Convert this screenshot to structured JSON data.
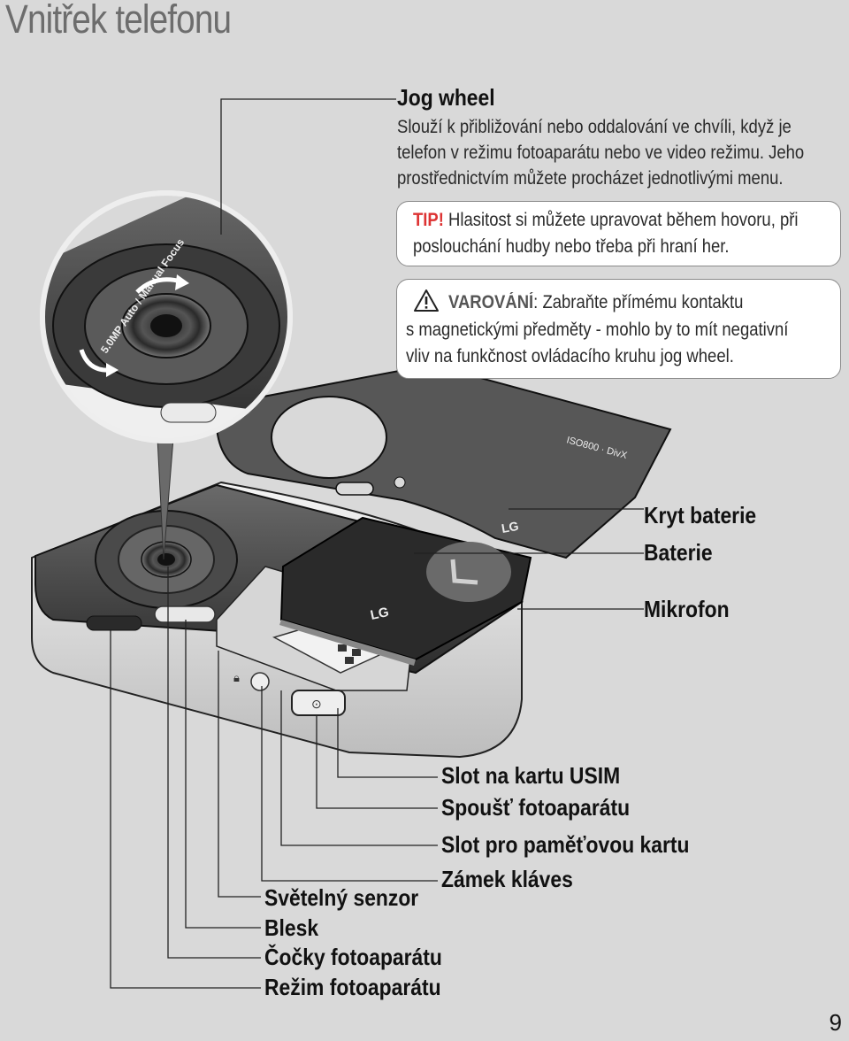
{
  "page": {
    "title": "Vnitřek telefonu",
    "page_number": "9"
  },
  "jog_wheel": {
    "heading": "Jog wheel",
    "text_lines": [
      "Slouží k přibližování nebo oddalování ve chvíli, když je",
      "telefon v režimu fotoaparátu nebo ve video režimu. Jeho",
      "prostřednictvím můžete procházet jednotlivými menu."
    ]
  },
  "tip": {
    "label": "TIP!",
    "line1": " Hlasitost si můžete upravovat během hovoru, při",
    "line2": "poslouchání hudby nebo třeba při hraní her."
  },
  "warning": {
    "label": "VAROVÁNÍ",
    "line1": ": Zabraňte přímému kontaktu",
    "line2": "s magnetickými předměty - mohlo by to mít negativní",
    "line3": "vliv na funkčnost ovládacího kruhu jog wheel."
  },
  "callouts_right": {
    "battery_cover": "Kryt baterie",
    "battery": "Baterie",
    "microphone": "Mikrofon"
  },
  "callouts_bottom": {
    "usim_slot": "Slot na kartu USIM",
    "camera_shutter": "Spoušť fotoaparátu",
    "memory_card_slot": "Slot pro paměťovou kartu",
    "key_lock": "Zámek kláves",
    "light_sensor": "Světelný senzor",
    "flash": "Blesk",
    "camera_lens": "Čočky fotoaparátu",
    "camera_mode": "Režim fotoaparátu"
  },
  "illustration": {
    "brand_logo": "LG",
    "lens_ring_text": "5.0MP Auto / Manual Focus",
    "cover_marking": "ISO800 · DivX",
    "colors": {
      "phone_dark": "#3a3a3a",
      "phone_mid": "#5a5a5a",
      "battery_dark": "#262626",
      "highlight": "#e8e8e8"
    }
  }
}
